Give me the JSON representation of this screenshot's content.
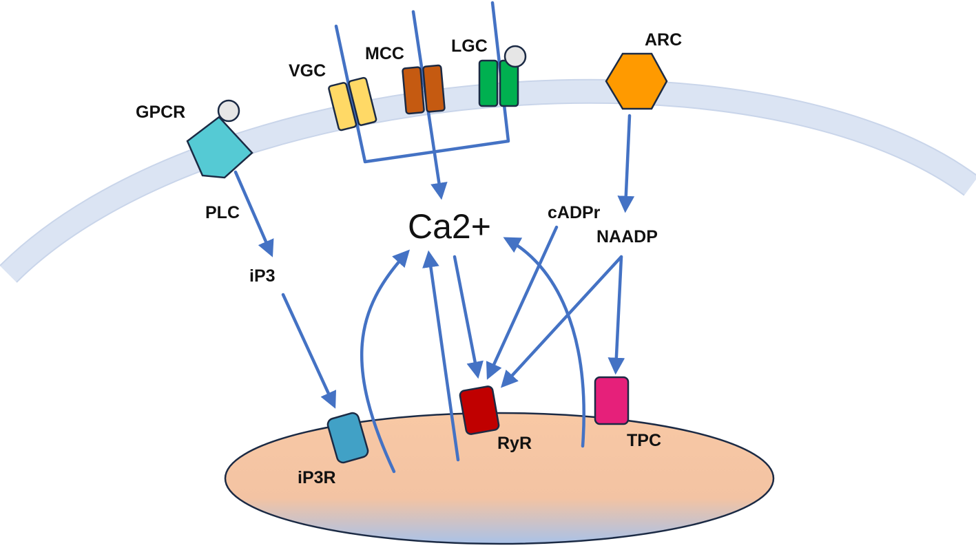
{
  "labels": {
    "gpcr": "GPCR",
    "vgc": "VGC",
    "mcc": "MCC",
    "lgc": "LGC",
    "arc": "ARC",
    "plc": "PLC",
    "ip3": "iP3",
    "ca": "Ca2+",
    "cadpr": "cADPr",
    "naadp": "NAADP",
    "ip3r": "iP3R",
    "ryr": "RyR",
    "tpc": "TPC"
  },
  "colors": {
    "membrane": "#dbe4f3",
    "membrane_edge": "#c9d5ea",
    "arrow": "#4472C4",
    "gpcr": "#55cad4",
    "ligand": "#e6e6e6",
    "vgc": "#ffd966",
    "mcc": "#c55a11",
    "lgc": "#00b050",
    "arc": "#ff9a00",
    "ip3r": "#41a1c6",
    "ryr": "#c00000",
    "tpc": "#e6207a",
    "organelle_top": "#f8c8a4",
    "organelle_bottom": "#a9c2e8"
  }
}
